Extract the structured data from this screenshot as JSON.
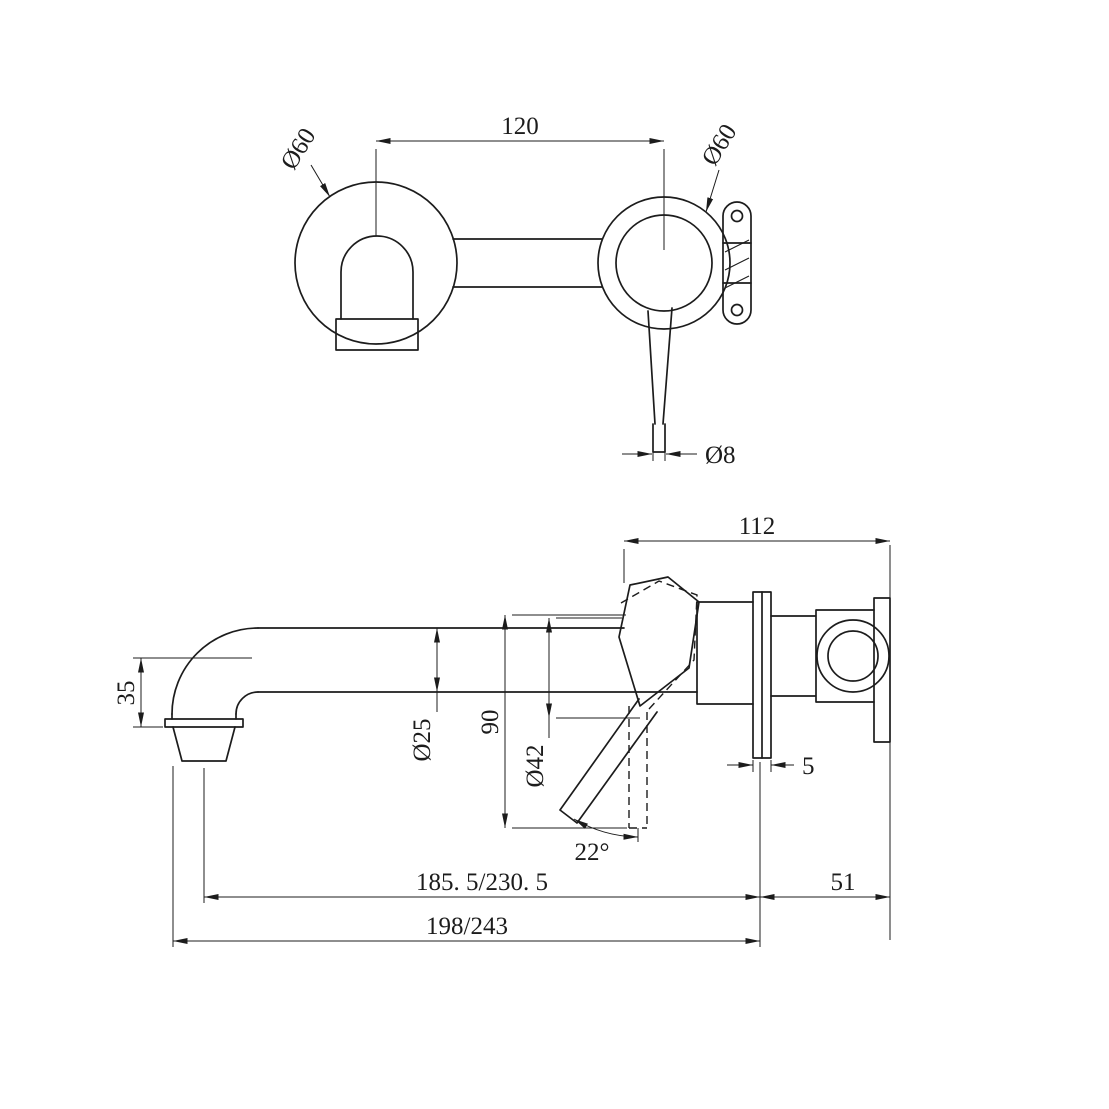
{
  "drawing": {
    "line_color": "#1c1c1c",
    "background_color": "#ffffff",
    "front_view": {
      "dim_center_distance": "120",
      "dim_left_body_diameter": "Ø60",
      "dim_right_body_diameter": "Ø60",
      "dim_handle_rod_diameter": "Ø8"
    },
    "side_view": {
      "dim_inwall_width": "112",
      "dim_outlet_drop": "35",
      "dim_spout_tube_diameter": "Ø25",
      "dim_handle_length": "90",
      "dim_base_diameter": "Ø42",
      "dim_handle_angle": "22°",
      "dim_plate_thickness": "5",
      "dim_spout_reach": "185. 5/230. 5",
      "dim_valve_depth": "51",
      "dim_total_reach": "198/243"
    }
  }
}
